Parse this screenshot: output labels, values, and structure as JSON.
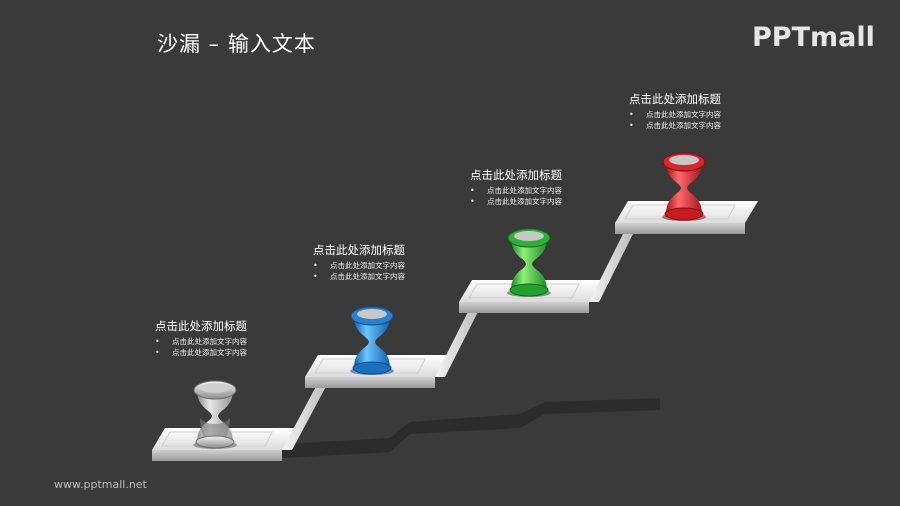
{
  "slide": {
    "title": "沙漏 – 输入文本",
    "logo": "PPTmall",
    "footer": "www.pptmall.net"
  },
  "steps": [
    {
      "heading": "点击此处添加标题",
      "bullets": [
        "点击此处添加文字内容",
        "点击此处添加文字内容"
      ],
      "color": "#c9c9c9"
    },
    {
      "heading": "点击此处添加标题",
      "bullets": [
        "点击此处添加文字内容",
        "点击此处添加文字内容"
      ],
      "color": "#1f8fe0"
    },
    {
      "heading": "点击此处添加标题",
      "bullets": [
        "点击此处添加文字内容",
        "点击此处添加文字内容"
      ],
      "color": "#2fbf3a"
    },
    {
      "heading": "点击此处添加标题",
      "bullets": [
        "点击此处添加文字内容",
        "点击此处添加文字内容"
      ],
      "color": "#e0252b"
    }
  ]
}
